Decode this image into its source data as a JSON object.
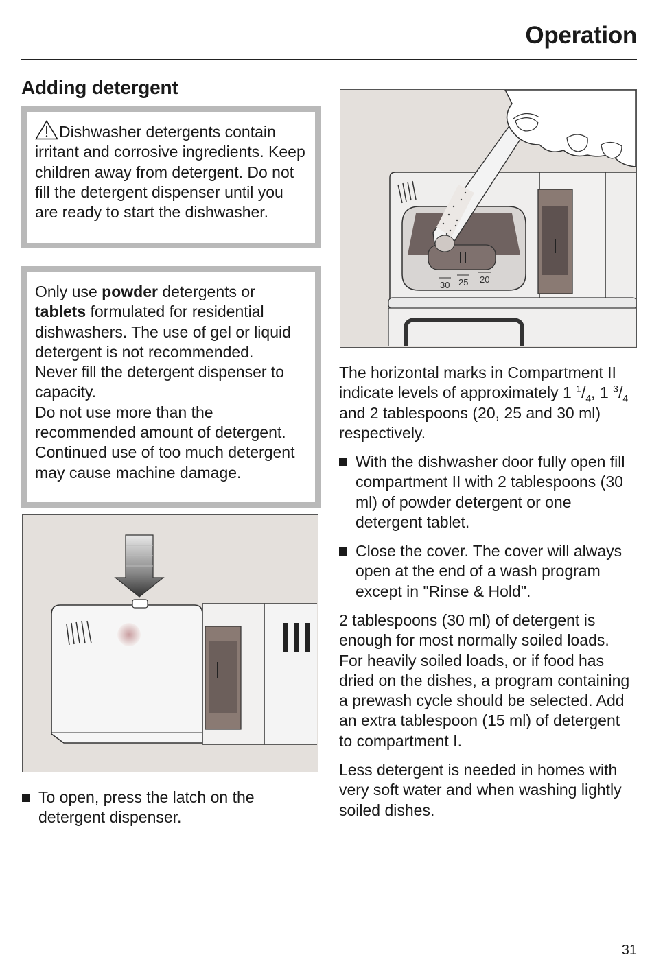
{
  "header": {
    "title": "Operation"
  },
  "section": {
    "title": "Adding detergent"
  },
  "warning": {
    "text": "Dishwasher detergents contain irritant and corrosive ingredients. Keep children away from detergent. Do not fill the detergent dispenser until you are ready to start the dishwasher."
  },
  "notice": {
    "part1": "Only use ",
    "bold1": "powder",
    "part2": " detergents or ",
    "bold2": "tablets",
    "part3": " formulated for residential dishwashers. The use of gel or liquid detergent is not recommended.",
    "line2": "Never fill the detergent dispenser to capacity.",
    "line3": "Do not use more than the recommended amount of detergent. Continued use of too much detergent may cause machine damage."
  },
  "illustration_top": {
    "compartment_ii_label": "II",
    "compartment_i_label": "I",
    "level_marks": [
      "30",
      "25",
      "20"
    ]
  },
  "illustration_bottom": {
    "compartment_i_label": "I",
    "compartment_iii_label": "III"
  },
  "left_bullets": [
    {
      "text": "To open, press the latch on the detergent dispenser."
    }
  ],
  "right": {
    "intro_a": "The horizontal marks in Compartment II indicate levels of approximately 1 ",
    "frac1_num": "1",
    "frac1_den": "4",
    "intro_b": ", 1 ",
    "frac2_num": "3",
    "frac2_den": "4",
    "intro_c": " and 2 tablespoons (20, 25 and 30 ml) respectively.",
    "bullets": [
      {
        "text": "With the dishwasher door fully open fill compartment II with 2 tablespoons (30 ml) of powder detergent or one detergent tablet."
      },
      {
        "text": "Close the cover. The cover will always open at the end of a wash program except in \"Rinse & Hold\"."
      }
    ],
    "para2": "2 tablespoons (30 ml) of detergent is enough for most normally soiled loads. For heavily soiled loads, or if food has dried on the dishes, a program containing a prewash cycle should be selected. Add an extra tablespoon (15 ml) of detergent to compartment I.",
    "para3": "Less detergent is needed in homes with very soft water and when washing lightly soiled dishes."
  },
  "page_number": "31"
}
